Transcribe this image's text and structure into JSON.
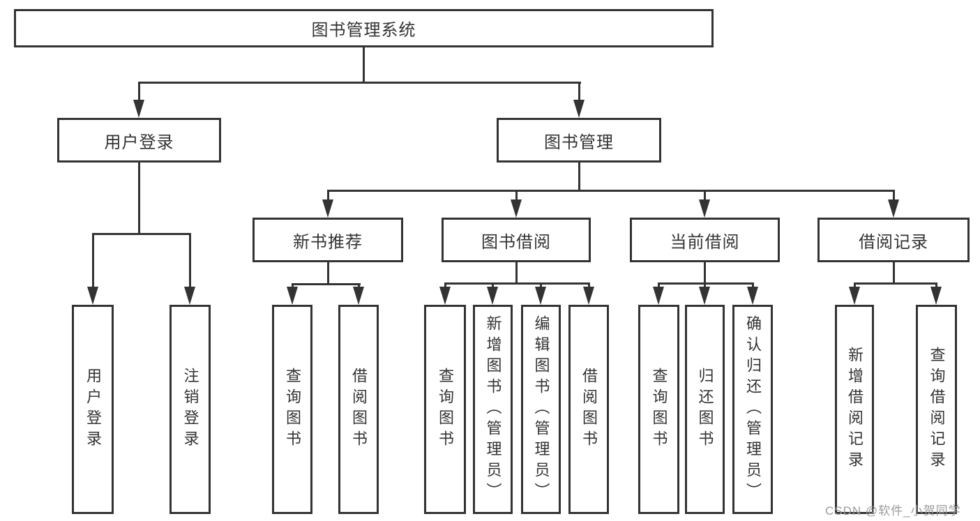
{
  "tree": {
    "root": {
      "label": "图书管理系统",
      "children": [
        {
          "label": "用户登录",
          "children": [
            {
              "label": "用户登录"
            },
            {
              "label": "注销登录"
            }
          ]
        },
        {
          "label": "图书管理",
          "children": [
            {
              "label": "新书推荐",
              "children": [
                {
                  "label": "查询图书"
                },
                {
                  "label": "借阅图书"
                }
              ]
            },
            {
              "label": "图书借阅",
              "children": [
                {
                  "label": "查询图书"
                },
                {
                  "label": "新增图书（管理员）"
                },
                {
                  "label": "编辑图书（管理员）"
                },
                {
                  "label": "借阅图书"
                }
              ]
            },
            {
              "label": "当前借阅",
              "children": [
                {
                  "label": "查询图书"
                },
                {
                  "label": "归还图书"
                },
                {
                  "label": "确认归还（管理员）"
                }
              ]
            },
            {
              "label": "借阅记录",
              "children": [
                {
                  "label": "新增借阅记录"
                },
                {
                  "label": "查询借阅记录"
                }
              ]
            }
          ]
        }
      ]
    }
  },
  "watermark": {
    "text": "CSDN @软件_小贺同学"
  },
  "colors": {
    "line": "#333333",
    "text": "#333333",
    "box_bg": "#ffffff",
    "page_bg": "#ffffff",
    "watermark": "#9b9b9b"
  }
}
